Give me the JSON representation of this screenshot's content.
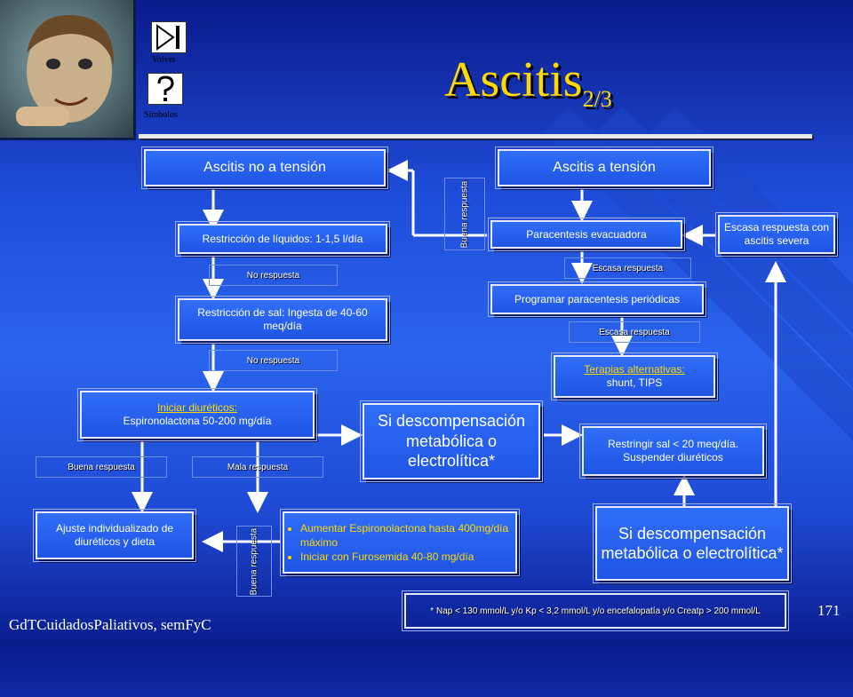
{
  "title": {
    "main": "Ascitis",
    "sub": "2/3"
  },
  "nav": {
    "back_label": "Volver",
    "symbols_label": "Símbolos"
  },
  "boxes": {
    "no_tension": "Ascitis no a tensión",
    "tension": "Ascitis a tensión",
    "restr_liquidos": "Restricción de líquidos: 1-1,5 l/día",
    "restr_sal": "Restricción de sal: Ingesta de 40-60 meq/día",
    "diureticos_title": "Iniciar diuréticos:",
    "diureticos_text": "Espironolactona 50-200 mg/día",
    "si_descomp_1": "Si descompensación metabólica o electrolítica*",
    "ajuste": "Ajuste individualizado de diuréticos y dieta",
    "aumentar_items": [
      "Aumentar Espironolactona hasta 400mg/día máximo",
      "Iniciar con Furosemida 40-80 mg/día"
    ],
    "paracentesis": "Paracentesis evacuadora",
    "programar": "Programar paracentesis periódicas",
    "terapias_title": "Terapias alternativas:",
    "terapias_text": "shunt, TIPS",
    "restringir": "Restringir sal < 20 meq/día. Suspender diuréticos",
    "si_descomp_2": "Si descompensación metabólica o electrolítica*",
    "escasa_severa": "Escasa respuesta con ascitis severa"
  },
  "labels": {
    "no_respuesta_1": "No respuesta",
    "no_respuesta_2": "No respuesta",
    "buena_respuesta": "Buena respuesta",
    "mala_respuesta": "Mala respuesta",
    "buena_v_top": "Buena respuesta",
    "buena_v_bottom": "Buena respuesta",
    "escasa_1": "Escasa respuesta",
    "escasa_2": "Escasa respuesta"
  },
  "footnote": "* Nap < 130 mmol/L y/o Kp < 3,2 mmol/L y/o encefalopatía y/o Creatp > 200 mmol/L",
  "footer": "GdTCuidadosPaliativos, semFyC",
  "page_number": "171",
  "colors": {
    "accent_yellow": "#ffd800",
    "box_blue": "#2a62f0",
    "background": "#1e4cd8"
  }
}
